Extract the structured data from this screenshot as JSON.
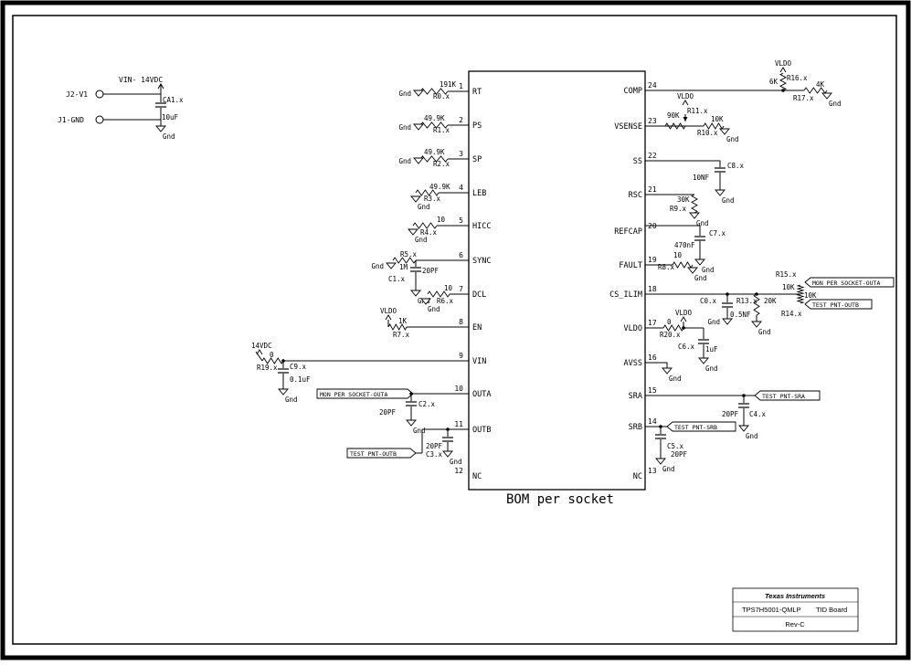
{
  "ic": {
    "caption": "BOM per socket",
    "left_pins": [
      {
        "num": "1",
        "name": "RT"
      },
      {
        "num": "2",
        "name": "PS"
      },
      {
        "num": "3",
        "name": "SP"
      },
      {
        "num": "4",
        "name": "LEB"
      },
      {
        "num": "5",
        "name": "HICC"
      },
      {
        "num": "6",
        "name": "SYNC"
      },
      {
        "num": "7",
        "name": "DCL"
      },
      {
        "num": "8",
        "name": "EN"
      },
      {
        "num": "9",
        "name": "VIN"
      },
      {
        "num": "10",
        "name": "OUTA"
      },
      {
        "num": "11",
        "name": "OUTB"
      },
      {
        "num": "12",
        "name": "NC"
      }
    ],
    "right_pins": [
      {
        "num": "24",
        "name": "COMP"
      },
      {
        "num": "23",
        "name": "VSENSE"
      },
      {
        "num": "22",
        "name": "SS"
      },
      {
        "num": "21",
        "name": "RSC"
      },
      {
        "num": "20",
        "name": "REFCAP"
      },
      {
        "num": "19",
        "name": "FAULT"
      },
      {
        "num": "18",
        "name": "CS_ILIM"
      },
      {
        "num": "17",
        "name": "VLDO"
      },
      {
        "num": "16",
        "name": "AVSS"
      },
      {
        "num": "15",
        "name": "SRA"
      },
      {
        "num": "14",
        "name": "SRB"
      },
      {
        "num": "13",
        "name": "NC"
      }
    ]
  },
  "input": {
    "net": "VIN- 14VDC",
    "j2": "J2-V1",
    "j1": "J1-GND",
    "cap_ref": "CA1.x",
    "cap_val": "10uF"
  },
  "labels": {
    "gnd": "Gnd",
    "vldo": "VLDO",
    "v14": "14VDC",
    "mon_outa": "MON PER SOCKET-OUTA",
    "test_outb": "TEST PNT-OUTB",
    "test_sra": "TEST PNT-SRA",
    "test_srb": "TEST PNT-SRB"
  },
  "components": {
    "R0": {
      "ref": "R0.x",
      "val": "191K"
    },
    "R1": {
      "ref": "R1.x",
      "val": "49.9K"
    },
    "R2": {
      "ref": "R2.x",
      "val": "49.9K"
    },
    "R3": {
      "ref": "R3.x",
      "val": "49.9K"
    },
    "R4": {
      "ref": "R4.x",
      "val": "10"
    },
    "R5": {
      "ref": "R5.x",
      "val": "1M"
    },
    "C1": {
      "ref": "C1.x",
      "val": "20PF"
    },
    "R6": {
      "ref": "R6.x",
      "val": "10"
    },
    "R7": {
      "ref": "R7.x",
      "val": "1K"
    },
    "R19": {
      "ref": "R19.x",
      "val": "0"
    },
    "C9": {
      "ref": "C9.x",
      "val": "0.1uF"
    },
    "C2": {
      "ref": "C2.x",
      "val": "20PF"
    },
    "C3": {
      "ref": "C3.x",
      "val": "20PF"
    },
    "R16": {
      "ref": "R16.x",
      "val": "6K"
    },
    "R17": {
      "ref": "R17.x",
      "val": "4K"
    },
    "R11": {
      "ref": "R11.x",
      "val": "90K"
    },
    "R10": {
      "ref": "R10.x",
      "val": "10K"
    },
    "C8": {
      "ref": "C8.x",
      "val": "10NF"
    },
    "R9": {
      "ref": "R9.x",
      "val": "30K"
    },
    "C7": {
      "ref": "C7.x",
      "val": "470nF"
    },
    "R8": {
      "ref": "R8.x",
      "val": "10"
    },
    "R15": {
      "ref": "R15.x",
      "val": "10K"
    },
    "R14": {
      "ref": "R14.x",
      "val": "10K"
    },
    "C0": {
      "ref": "C0.x",
      "val": "0.5NF"
    },
    "R13": {
      "ref": "R13.x",
      "val": "20K"
    },
    "R20": {
      "ref": "R20.x",
      "val": "0"
    },
    "C6": {
      "ref": "C6.x",
      "val": "1uF"
    },
    "C4": {
      "ref": "C4.x",
      "val": "20PF"
    },
    "C5": {
      "ref": "C5.x",
      "val": "20PF"
    }
  },
  "title_block": {
    "company": "Texas Instruments",
    "part": "TPS7H5001-QMLP",
    "board": "TID Board",
    "rev": "Rev-C"
  }
}
